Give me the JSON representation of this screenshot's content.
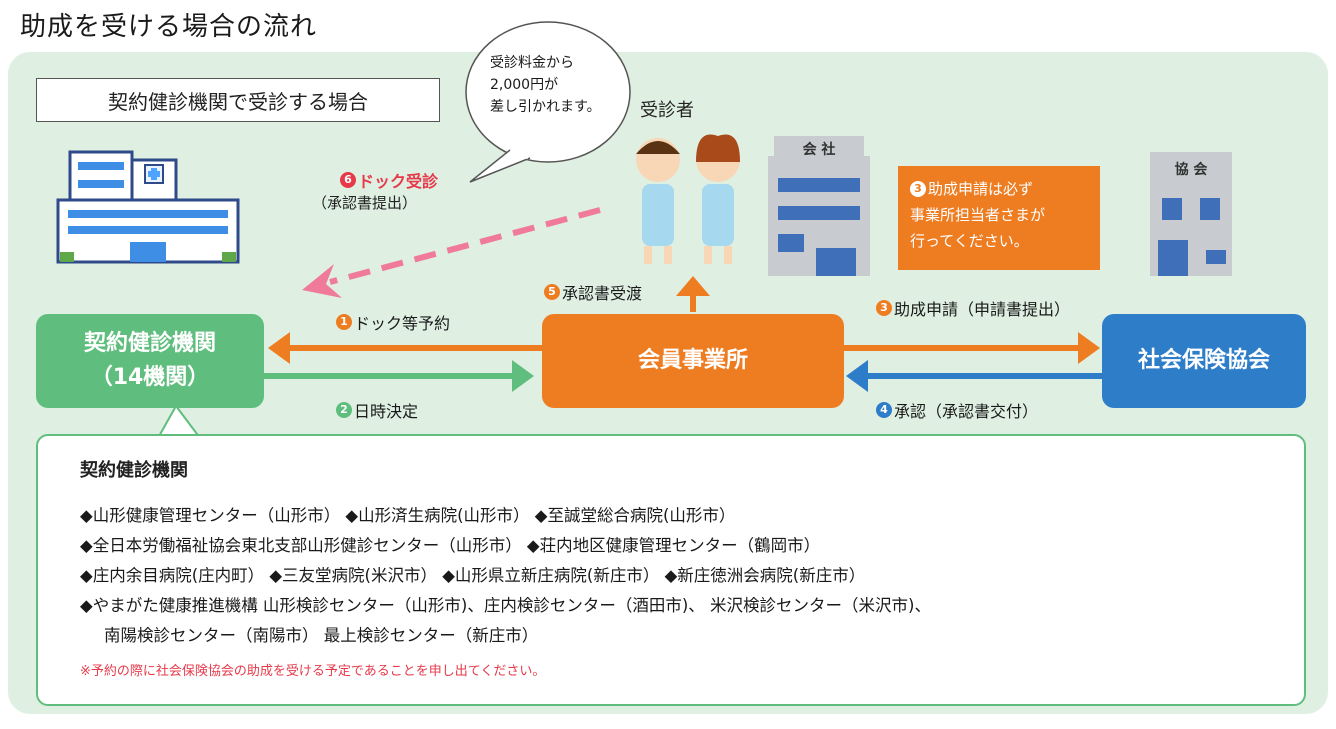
{
  "title": "助成を受ける場合の流れ",
  "case_label": "契約健診機関で受診する場合",
  "speech_bubble": {
    "line1": "受診料金から",
    "line2": "2,000円が",
    "line3": "差し引かれます。"
  },
  "patient_label": "受診者",
  "company_sign": "会 社",
  "association_sign": "協 会",
  "nodes": {
    "clinic_line1": "契約健診機関",
    "clinic_line2": "（14機関）",
    "member": "会員事業所",
    "association": "社会保険協会"
  },
  "steps": {
    "s1": {
      "num": "1",
      "text": "ドック等予約"
    },
    "s2": {
      "num": "2",
      "text": "日時決定"
    },
    "s3": {
      "num": "3",
      "text": "助成申請（申請書提出）"
    },
    "s4": {
      "num": "4",
      "text": "承認（承認書交付）"
    },
    "s5": {
      "num": "5",
      "text": "承認書受渡"
    },
    "s6": {
      "num": "6",
      "text": "ドック受診",
      "sub": "（承認書提出）"
    }
  },
  "note": {
    "num": "3",
    "line1": "助成申請は必ず",
    "line2": "事業所担当者さまが",
    "line3": "行ってください。"
  },
  "list": {
    "heading": "契約健診機関",
    "rows": [
      "◆山形健康管理センター（山形市） ◆山形済生病院(山形市） ◆至誠堂総合病院(山形市）",
      "◆全日本労働福祉協会東北支部山形健診センター（山形市） ◆荘内地区健康管理センター（鶴岡市）",
      "◆庄内余目病院(庄内町） ◆三友堂病院(米沢市） ◆山形県立新庄病院(新庄市） ◆新庄徳洲会病院(新庄市）",
      "◆やまがた健康推進機構 山形検診センター（山形市)、庄内検診センター（酒田市)、 米沢検診センター（米沢市)、",
      "南陽検診センター（南陽市） 最上検診センター（新庄市）"
    ],
    "note": "※予約の際に社会保険協会の助成を受ける予定であることを申し出てください。"
  },
  "colors": {
    "panel_bg": "#dff0e3",
    "green": "#5fbe7d",
    "orange": "#ee7d22",
    "blue": "#2e7dc9",
    "red": "#e63a4a",
    "pink": "#f07a9a"
  }
}
